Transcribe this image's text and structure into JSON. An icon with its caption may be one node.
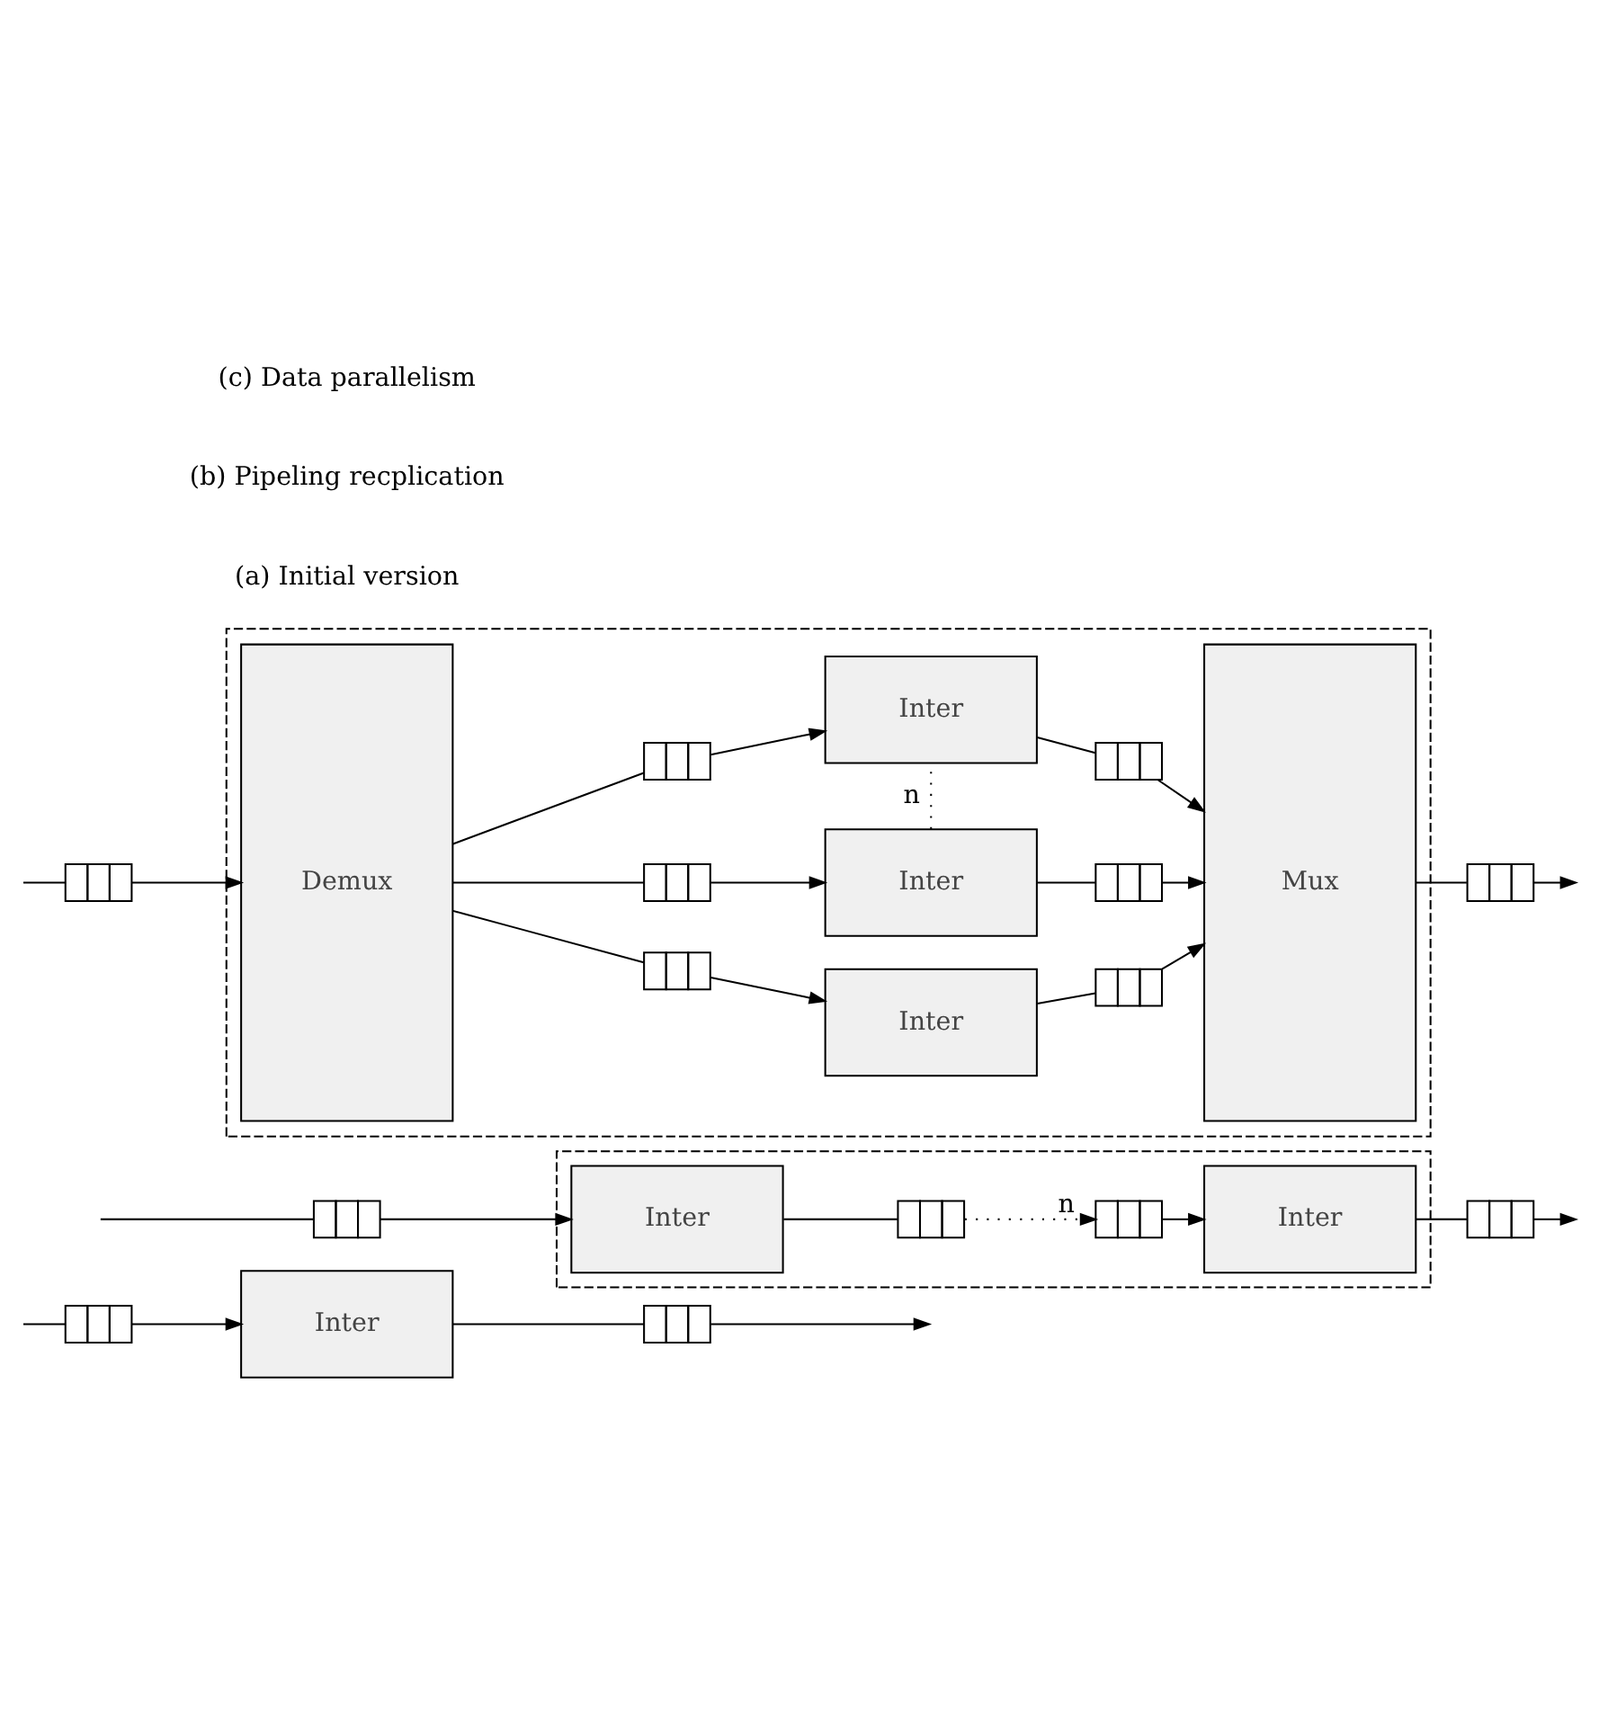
{
  "diagram": {
    "nodes": [
      {
        "text": [],
        "shape": "box"
      },
      {
        "text": [
          "Inter"
        ]
      },
      {
        "text": [],
        "shape": "box"
      },
      {
        "text": [],
        "shape": "box"
      },
      {
        "text": [],
        "shape": "box"
      },
      {
        "text": [
          "Inter"
        ],
        "in": 3
      },
      {
        "text": [],
        "shape": "box",
        "in": 3
      },
      {
        "text": [],
        "shape": "box",
        "in": 3
      },
      {
        "text": [
          "Inter"
        ],
        "in": 3
      },
      {
        "text": [],
        "shape": "box"
      },
      {
        "text": [],
        "shape": "box"
      },
      {
        "text": [],
        "shape": "box"
      },
      {
        "text": [
          "Demux"
        ],
        "in": 10
      },
      {
        "text": [],
        "shape": "box",
        "in": 10
      },
      {
        "text": [
          "Inter"
        ],
        "in": 10
      },
      {
        "text": [],
        "shape": "box",
        "in": 10
      },
      {
        "text": [],
        "shape": "box",
        "in": 10
      },
      {
        "text": [
          "Inter"
        ],
        "in": 10
      },
      {
        "text": [],
        "shape": "box",
        "in": 10
      },
      {
        "text": [],
        "shape": "box",
        "in": 10
      },
      {
        "text": [
          "Inter"
        ],
        "in": 10
      },
      {
        "text": [],
        "shape": "box",
        "in": 10
      },
      {
        "text": [
          "Mux"
        ],
        "in": 10
      },
      {
        "text": [],
        "shape": "box"
      }
    ],
    "edges": [
      {
        "from": null,
        "to": 0,
        "arrow": "none"
      },
      {
        "from": 0,
        "to": 1,
        "arrow": "to"
      },
      {
        "from": 1,
        "to": 2,
        "arrow": "none"
      },
      {
        "from": 2,
        "to": null,
        "arrow": "to"
      },
      {
        "from": null,
        "to": 4,
        "arrow": "none"
      },
      {
        "from": 4,
        "to": 5,
        "arrow": "to"
      },
      {
        "from": 5,
        "to": 6,
        "arrow": "none"
      },
      {
        "from": 6,
        "to": 7,
        "arrow": "to",
        "label": "n",
        "style": "dashed"
      },
      {
        "from": 7,
        "to": 8,
        "arrow": "to"
      },
      {
        "from": 8,
        "to": 9,
        "arrow": "none"
      },
      {
        "from": 9,
        "to": null,
        "arrow": "to"
      },
      {
        "from": null,
        "to": 11,
        "arrow": "none"
      },
      {
        "from": 11,
        "to": 12,
        "arrow": "to"
      },
      {
        "from": 12,
        "to": 13,
        "arrow": "none"
      },
      {
        "from": 13,
        "to": 14,
        "arrow": "to"
      },
      {
        "from": 14,
        "to": 15,
        "arrow": "none"
      },
      {
        "from": 15,
        "to": 22,
        "arrow": "to"
      },
      {
        "from": 12,
        "to": 16,
        "arrow": "none"
      },
      {
        "from": 16,
        "to": 17,
        "arrow": "to"
      },
      {
        "from": 17,
        "to": 18,
        "arrow": "none"
      },
      {
        "from": 18,
        "to": 22,
        "arrow": "to"
      },
      {
        "from": 17,
        "to": 20,
        "arrow": "none",
        "label": "n",
        "style": "dashed"
      },
      {
        "from": 12,
        "to": 19,
        "arrow": "none"
      },
      {
        "from": 19,
        "to": 20,
        "arrow": "to"
      },
      {
        "from": 20,
        "to": 21,
        "arrow": "none"
      },
      {
        "from": 21,
        "to": 22,
        "arrow": "to"
      },
      {
        "from": 22,
        "to": 23,
        "arrow": "none"
      },
      {
        "from": 23,
        "to": null,
        "arrow": "to"
      }
    ],
    "labels": [
      "(a) Initial version",
      "(b) Pipeling recplication",
      "(c) Data parallelism"
    ]
  }
}
